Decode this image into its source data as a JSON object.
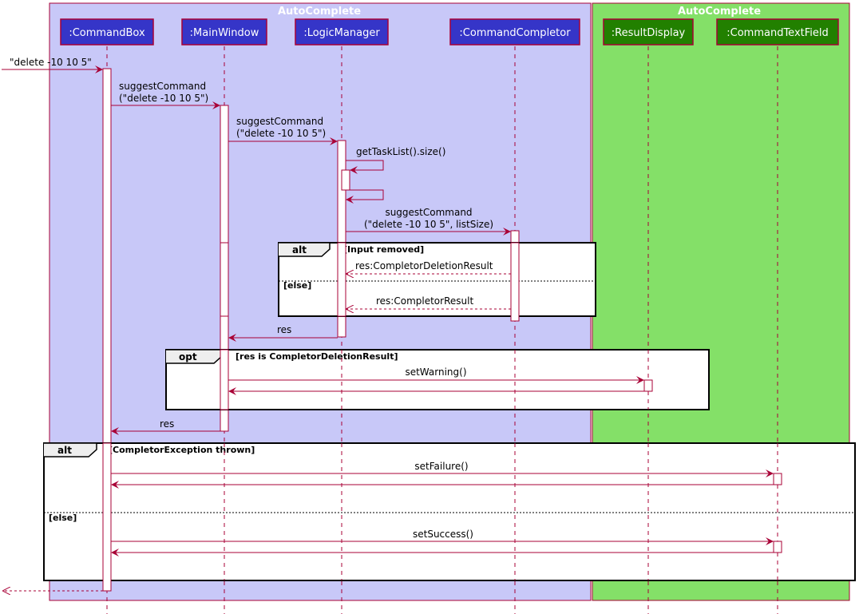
{
  "colors": {
    "box_blue_fill": "#c8c8f8",
    "box_green_fill": "#84e068",
    "box_border": "#a80036",
    "participant_blue": "#3535c8",
    "participant_green": "#228000",
    "arrow": "#a80036"
  },
  "boxes": [
    {
      "title": "AutoComplete"
    },
    {
      "title": "AutoComplete"
    }
  ],
  "participants": [
    {
      "label": ":CommandBox"
    },
    {
      "label": ":MainWindow"
    },
    {
      "label": ":LogicManager"
    },
    {
      "label": ":CommandCompletor"
    },
    {
      "label": ":ResultDisplay"
    },
    {
      "label": ":CommandTextField"
    }
  ],
  "messages": {
    "m1": "\"delete -10 10 5\"",
    "m2a": "suggestCommand",
    "m2b": "(\"delete -10 10 5\")",
    "m3a": "suggestCommand",
    "m3b": "(\"delete -10 10 5\")",
    "m4": "getTaskList().size()",
    "m5a": "suggestCommand",
    "m5b": "(\"delete -10 10 5\", listSize)",
    "m6": "res:CompletorDeletionResult",
    "m7": "res:CompletorResult",
    "m8": "res",
    "m9": "setWarning()",
    "m10": "res",
    "m11": "setFailure()",
    "m12": "setSuccess()"
  },
  "fragments": {
    "alt1_kw": "alt",
    "alt1_cond": "[Input removed]",
    "alt1_else": "[else]",
    "opt_kw": "opt",
    "opt_cond": "[res is CompletorDeletionResult]",
    "alt2_kw": "alt",
    "alt2_cond": "[CompletorException thrown]",
    "alt2_else": "[else]"
  }
}
